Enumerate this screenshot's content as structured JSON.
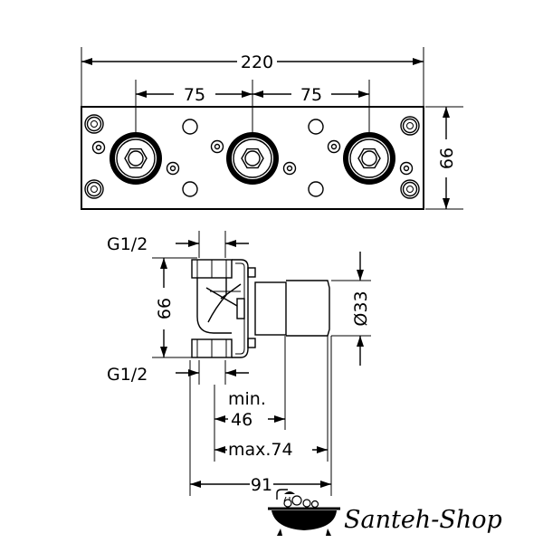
{
  "front_view": {
    "overall_width": "220",
    "spacing_left": "75",
    "spacing_right": "75",
    "height": "66"
  },
  "side_view": {
    "thread_top": "G1/2",
    "thread_bottom": "G1/2",
    "height": "66",
    "diameter": "Ø33",
    "min_label": "min.",
    "min_value": "46",
    "max_label": "max.74",
    "total_depth": "91"
  },
  "brand": {
    "name": "Santeh-Shop",
    "icon": "bathtub-icon"
  },
  "colors": {
    "line": "#000000",
    "background": "#ffffff"
  }
}
